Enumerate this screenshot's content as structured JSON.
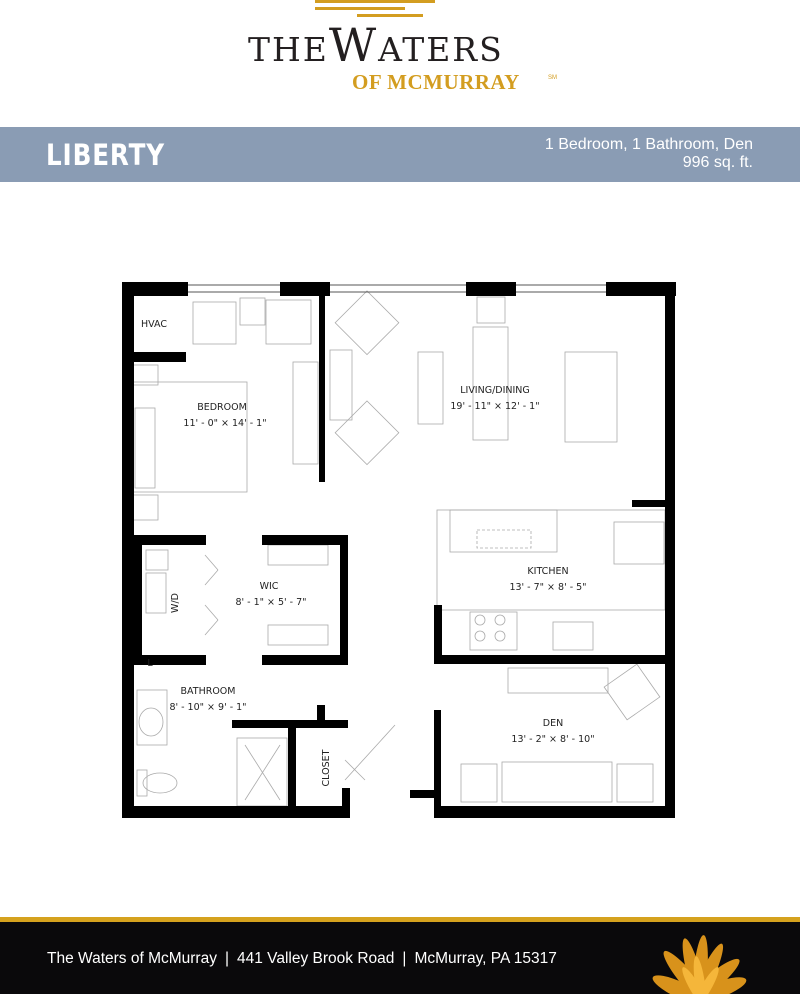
{
  "logo": {
    "line1_prefix": "THE",
    "line1_big": "W",
    "line1_rest": "ATERS",
    "line2": "OF MCMURRAY",
    "mark": "SM"
  },
  "header": {
    "plan_name": "LIBERTY",
    "layout": "1 Bedroom, 1 Bathroom, Den",
    "area": "996  sq. ft."
  },
  "rooms": {
    "hvac": "HVAC",
    "bedroom": {
      "name": "BEDROOM",
      "size": "11' - 0\" × 14' - 1\""
    },
    "living": {
      "name": "LIVING/DINING",
      "size": "19' - 11\" × 12' - 1\""
    },
    "kitchen": {
      "name": "KITCHEN",
      "size": "13' - 7\" × 8' - 5\""
    },
    "wic": {
      "name": "WIC",
      "size": "8' - 1\" × 5' - 7\""
    },
    "wd": "W/D",
    "bathroom": {
      "name": "BATHROOM",
      "size": "8' - 10\" × 9' - 1\""
    },
    "linen": "L",
    "closet": "CLOSET",
    "den": {
      "name": "DEN",
      "size": "13' - 2\" × 8' - 10\""
    }
  },
  "footer": {
    "name": "The Waters of McMurray",
    "address": "441 Valley Brook Road",
    "city": "McMurray, PA 15317",
    "separator": "|"
  },
  "colors": {
    "gold": "#d39d20",
    "band": "#8a9cb4",
    "footer": "#0a090b"
  }
}
